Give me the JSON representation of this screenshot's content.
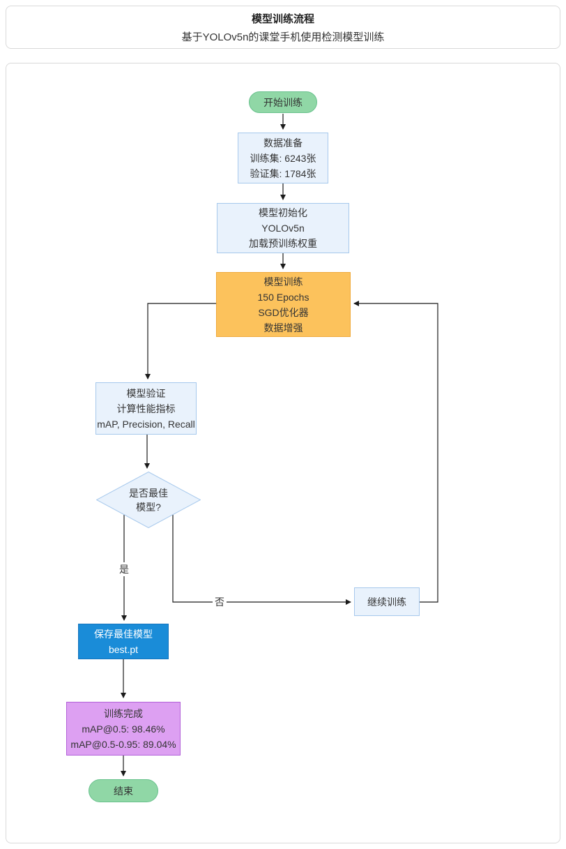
{
  "header": {
    "title": "模型训练流程",
    "subtitle": "基于YOLOv5n的课堂手机使用检测模型训练"
  },
  "flowchart": {
    "nodes": {
      "start": {
        "lines": [
          "开始训练"
        ]
      },
      "data_prep": {
        "lines": [
          "数据准备",
          "训练集: 6243张",
          "验证集: 1784张"
        ]
      },
      "model_init": {
        "lines": [
          "模型初始化",
          "YOLOv5n",
          "加载预训练权重"
        ]
      },
      "training": {
        "lines": [
          "模型训练",
          "150 Epochs",
          "SGD优化器",
          "数据增强"
        ]
      },
      "validation": {
        "lines": [
          "模型验证",
          "计算性能指标",
          "mAP, Precision, Recall"
        ]
      },
      "decision": {
        "lines": [
          "是否最佳",
          "模型?"
        ]
      },
      "save_model": {
        "lines": [
          "保存最佳模型",
          "best.pt"
        ]
      },
      "complete": {
        "lines": [
          "训练完成",
          "mAP@0.5: 98.46%",
          "mAP@0.5-0.95: 89.04%"
        ]
      },
      "end": {
        "lines": [
          "结束"
        ]
      },
      "continue_training": {
        "lines": [
          "继续训练"
        ]
      }
    },
    "edge_labels": {
      "yes": "是",
      "no": "否"
    },
    "colors": {
      "green_fill": "#90d7a6",
      "green_border": "#67c18c",
      "light_blue_fill": "#e9f2fc",
      "light_blue_border": "#a6c8ec",
      "orange_fill": "#fcc25c",
      "orange_border": "#efa93a",
      "save_blue_fill": "#1a8cd8",
      "save_blue_border": "#1474bd",
      "purple_fill": "#dda0f2",
      "purple_border": "#b260d8",
      "connector_line": "#1a1a1a"
    }
  }
}
